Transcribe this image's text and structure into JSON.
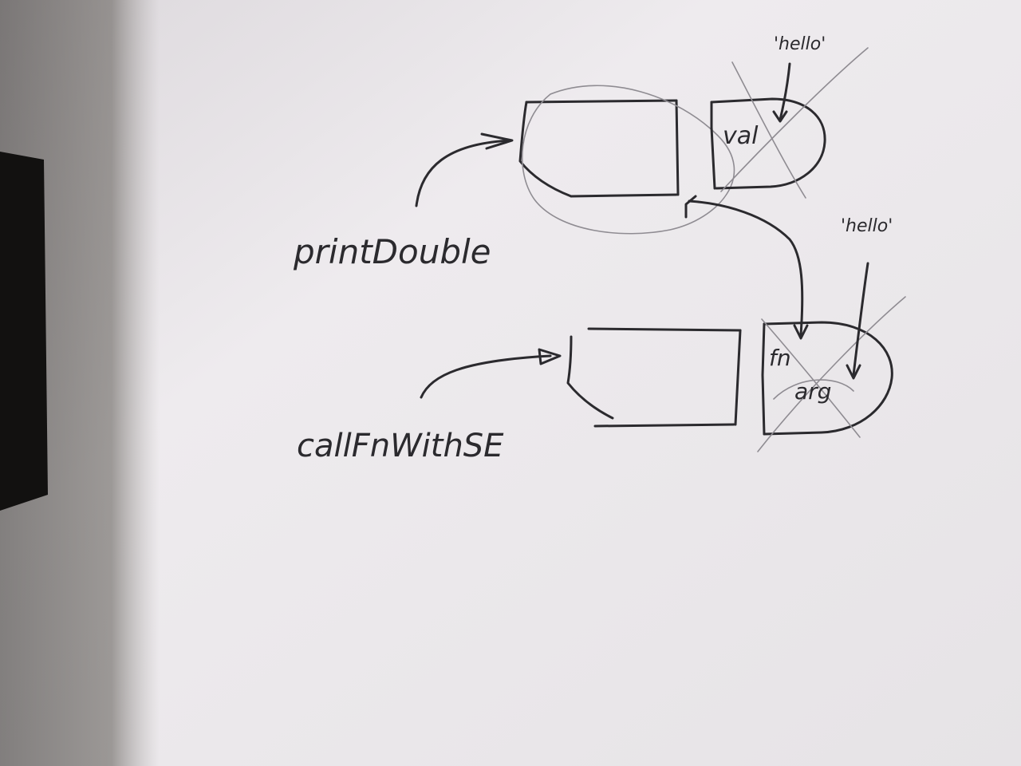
{
  "diagram": {
    "labels": {
      "print_double": "printDouble",
      "call_fn_with_se": "callFnWithSE"
    },
    "top_frame": {
      "slot_val": "val",
      "value_hello": "'hello'"
    },
    "bottom_frame": {
      "slot_fn": "fn",
      "slot_arg": "arg",
      "value_hello": "'hello'"
    }
  }
}
